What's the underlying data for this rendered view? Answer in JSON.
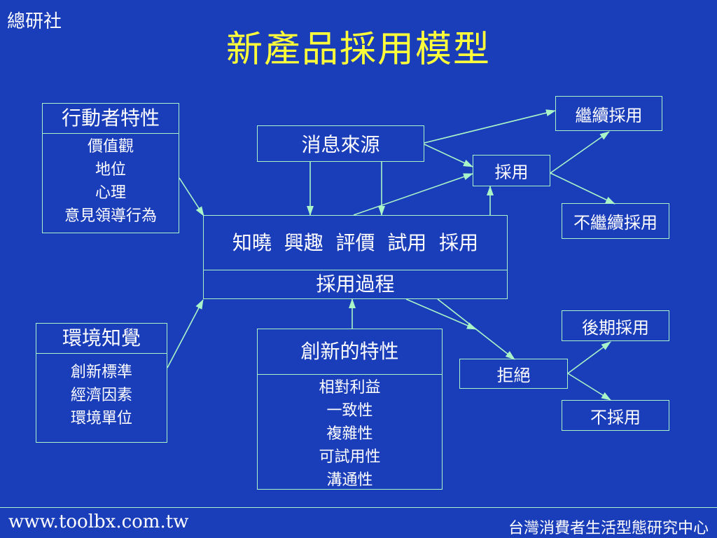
{
  "header": {
    "corner_label": "總研社",
    "title": "新產品採用模型"
  },
  "actor": {
    "title": "行動者特性",
    "items": [
      "價值觀",
      "地位",
      "心理",
      "意見領導行為"
    ]
  },
  "environment": {
    "title": "環境知覺",
    "items": [
      "創新標準",
      "經濟因素",
      "環境單位"
    ]
  },
  "source": {
    "label": "消息來源"
  },
  "process": {
    "stages": "知曉  興趣  評價  試用  採用",
    "label": "採用過程"
  },
  "innovation": {
    "title": "創新的特性",
    "items": [
      "相對利益",
      "一致性",
      "複雜性",
      "可試用性",
      "溝通性"
    ]
  },
  "adopt": {
    "label": "採用"
  },
  "continue_adopt": {
    "label": "繼續採用"
  },
  "discontinue": {
    "label": "不繼續採用"
  },
  "reject": {
    "label": "拒絕"
  },
  "later_adopt": {
    "label": "後期採用"
  },
  "no_adopt": {
    "label": "不採用"
  },
  "footer": {
    "url": "www.toolbx.com.tw",
    "org": "台灣消費者生活型態研究中心"
  },
  "colors": {
    "background": "#1a3dba",
    "title": "#ffff3a",
    "line": "#aaf5c8",
    "text": "#ffffff"
  }
}
